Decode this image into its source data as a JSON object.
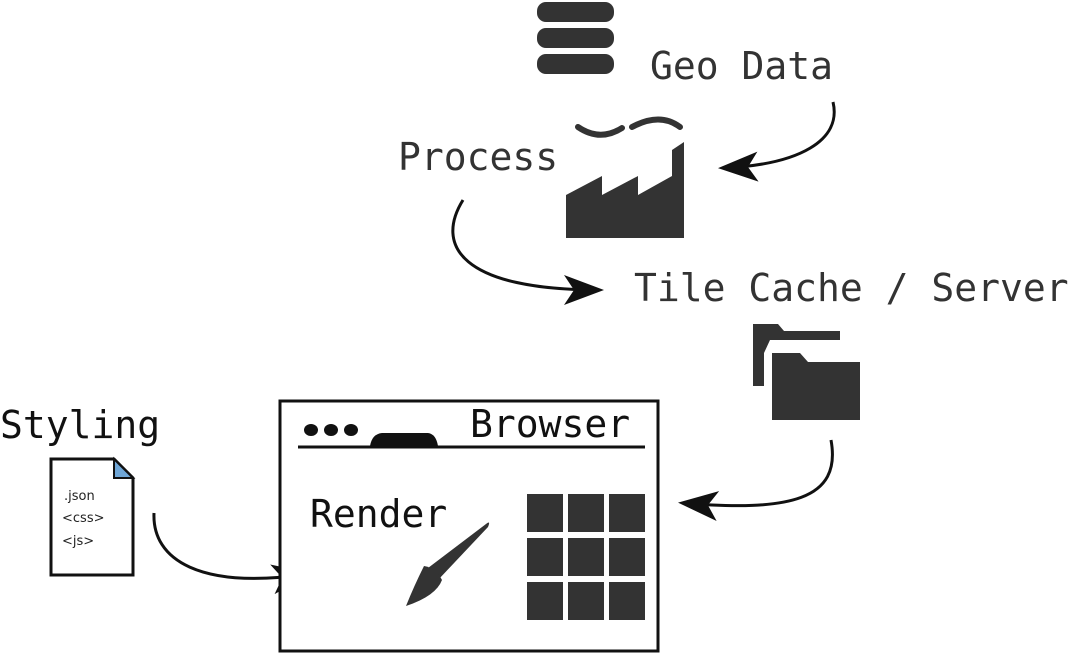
{
  "nodes": {
    "geo_data": {
      "label": "Geo Data",
      "icon": "database-icon"
    },
    "process": {
      "label": "Process",
      "icon": "factory-icon"
    },
    "tile_cache": {
      "label": "Tile Cache / Server",
      "icon": "folders-icon"
    },
    "styling": {
      "label": "Styling",
      "icon": "file-icon",
      "file_lines": [
        ".json",
        "<css>",
        "<js>"
      ]
    },
    "browser": {
      "title": "Browser",
      "render_label": "Render",
      "icons": [
        "paintbrush-icon",
        "tile-grid-icon"
      ]
    }
  },
  "colors": {
    "icon": "#333333",
    "text": "#333333",
    "outline": "#111111",
    "file_corner": "#6fa6d6"
  }
}
